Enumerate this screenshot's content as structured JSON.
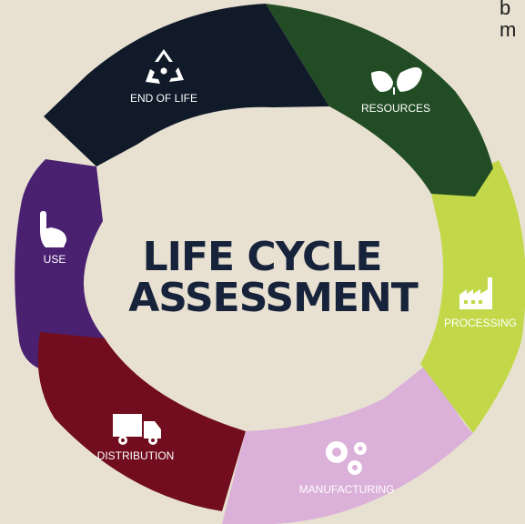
{
  "title": {
    "line1": "LIFE CYCLE",
    "line2": "ASSESSMENT"
  },
  "corner_text": {
    "line1": "b",
    "line2": "m"
  },
  "segments": [
    {
      "id": "end-of-life",
      "label": "END OF LIFE",
      "color": "#111a29",
      "icon": "recycle-icon"
    },
    {
      "id": "resources",
      "label": "RESOURCES",
      "color": "#224d24",
      "icon": "leaves-icon"
    },
    {
      "id": "processing",
      "label": "PROCESSING",
      "color": "#c3d849",
      "icon": "factory-icon"
    },
    {
      "id": "manufacturing",
      "label": "MANUFACTURING",
      "color": "#dbb0d9",
      "icon": "gears-icon"
    },
    {
      "id": "distribution",
      "label": "DISTRIBUTION",
      "color": "#710d1e",
      "icon": "truck-icon"
    },
    {
      "id": "use",
      "label": "USE",
      "color": "#4a2170",
      "icon": "pointing-hand-icon"
    }
  ]
}
